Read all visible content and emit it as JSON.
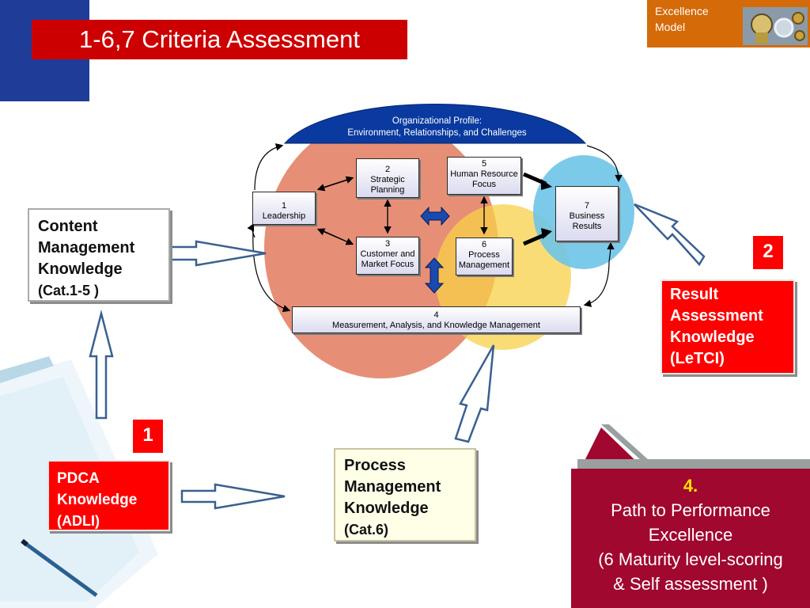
{
  "slide": {
    "title": "1-6,7 Criteria Assessment",
    "excellence_tag": [
      "Excellence",
      "Model"
    ]
  },
  "diagram": {
    "profile": [
      "Organizational Profile:",
      "Environment, Relationships, and Challenges"
    ],
    "boxes": {
      "leadership": [
        "1",
        "Leadership"
      ],
      "strategic_planning": [
        "2",
        "Strategic",
        "Planning"
      ],
      "customer_market": [
        "3",
        "Customer and",
        "Market Focus"
      ],
      "human_resource": [
        "5",
        "Human Resource",
        "Focus"
      ],
      "process_mgmt": [
        "6",
        "Process",
        "Management"
      ],
      "business_results": [
        "7",
        "Business",
        "Results"
      ],
      "measurement": [
        "4",
        "Measurement, Analysis, and Knowledge Management"
      ]
    },
    "colors": {
      "orange_circle": "#e0704f",
      "yellow_circle": "#f8d048",
      "blue_circle": "#6ec4e8",
      "profile_arc": "#0a3aa0"
    }
  },
  "cards": {
    "content": {
      "lines": [
        "Content",
        "Management",
        "Knowledge"
      ],
      "sub": "(Cat.1-5 )"
    },
    "result": {
      "lines": [
        "Result",
        "Assessment",
        "Knowledge"
      ],
      "sub": "(LeTCI)"
    },
    "pdca": {
      "lines": [
        "PDCA",
        "Knowledge"
      ],
      "sub": "(ADLI)"
    },
    "process": {
      "lines": [
        "Process",
        "Management",
        "Knowledge"
      ],
      "sub": "(Cat.6)"
    }
  },
  "badges": {
    "one": "1",
    "two": "2"
  },
  "path": {
    "number": "4.",
    "lines": [
      "Path to Performance",
      "Excellence",
      "(6 Maturity level-scoring",
      "& Self assessment )"
    ]
  }
}
